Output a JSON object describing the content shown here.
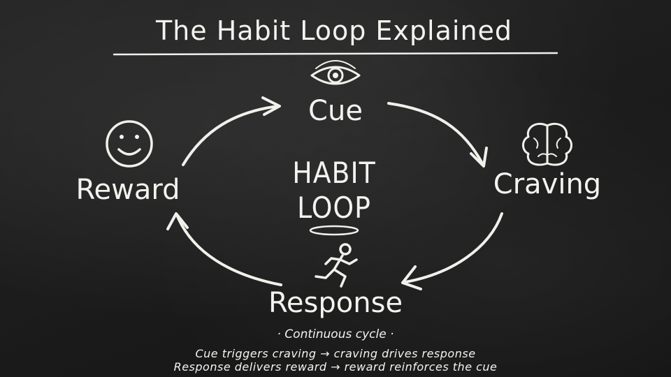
{
  "title": "The Habit Loop Explained",
  "center_label": {
    "line1": "HABIT",
    "line2": "LOOP"
  },
  "nodes": {
    "cue": "Cue",
    "craving": "Craving",
    "response": "Response",
    "reward": "Reward"
  },
  "icons": {
    "cue": "eye-icon",
    "craving": "brain-icon",
    "response": "running-person-icon",
    "reward": "smiley-face-icon"
  },
  "footer": {
    "heading": "· Continuous cycle ·",
    "line1": "Cue triggers craving → craving drives response",
    "line2": "Response delivers reward → reward reinforces the cue"
  },
  "colors": {
    "board": "#1b1b1b",
    "chalk": "#f2f2ee"
  }
}
